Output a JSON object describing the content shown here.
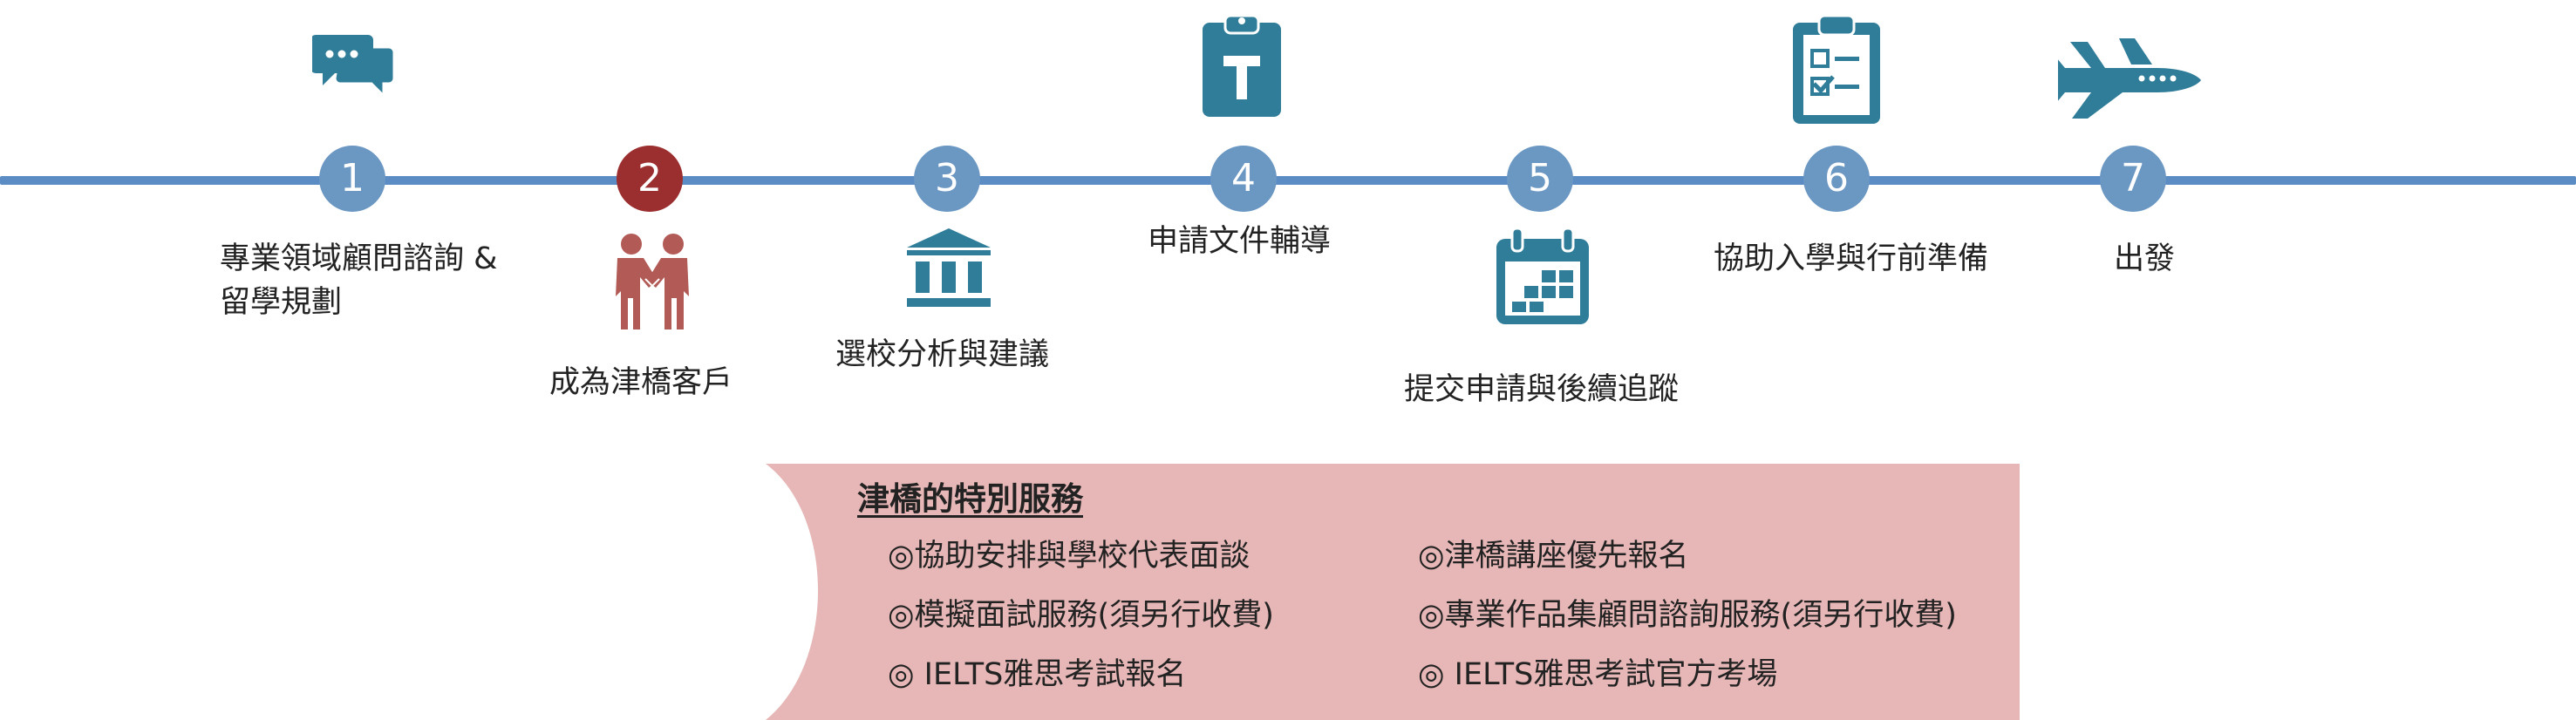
{
  "steps": [
    {
      "num": "1",
      "label_line1": "專業領域顧問諮詢 &",
      "label_line2": "留學規劃",
      "icon": "chat-icon"
    },
    {
      "num": "2",
      "label_line1": "成為津橋客戶",
      "icon": "handshake-icon"
    },
    {
      "num": "3",
      "label_line1": "選校分析與建議",
      "icon": "bank-icon"
    },
    {
      "num": "4",
      "label_line1": "申請文件輔導",
      "icon": "clipboard-t-icon"
    },
    {
      "num": "5",
      "label_line1": "提交申請與後續追蹤",
      "icon": "calendar-icon"
    },
    {
      "num": "6",
      "label_line1": "協助入學與行前準備",
      "icon": "checklist-icon"
    },
    {
      "num": "7",
      "label_line1": "出發",
      "icon": "airplane-icon"
    }
  ],
  "services": {
    "title": "津橋的特別服務",
    "left": [
      "◎協助安排與學校代表面談",
      "◎模擬面試服務(須另行收費)",
      "◎ IELTS雅思考試報名"
    ],
    "right": [
      "◎津橋講座優先報名",
      "◎專業作品集顧問諮詢服務(須另行收費)",
      "◎ IELTS雅思考試官方考場"
    ]
  },
  "colors": {
    "timeline": "#5b8cc4",
    "step_circle": "#6b97c3",
    "active_circle": "#9b2e2e",
    "icon_blue": "#2f7d99",
    "icon_red": "#b25a55",
    "panel_bg": "#e6b7b6"
  }
}
